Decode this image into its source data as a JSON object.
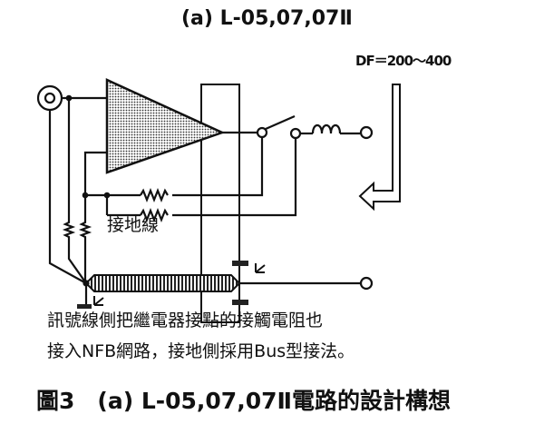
{
  "diagram": {
    "title": "(a) L-05,07,07Ⅱ",
    "df_label": "DF＝200～400",
    "ground_line_label": "接地線"
  },
  "notes": {
    "line1": "訊號線側把繼電器接點的接觸電阻也",
    "line2": "接入NFB網路，接地側採用Bus型接法。"
  },
  "caption": "圖3　(a) L-05,07,07Ⅱ電路的設計構想"
}
